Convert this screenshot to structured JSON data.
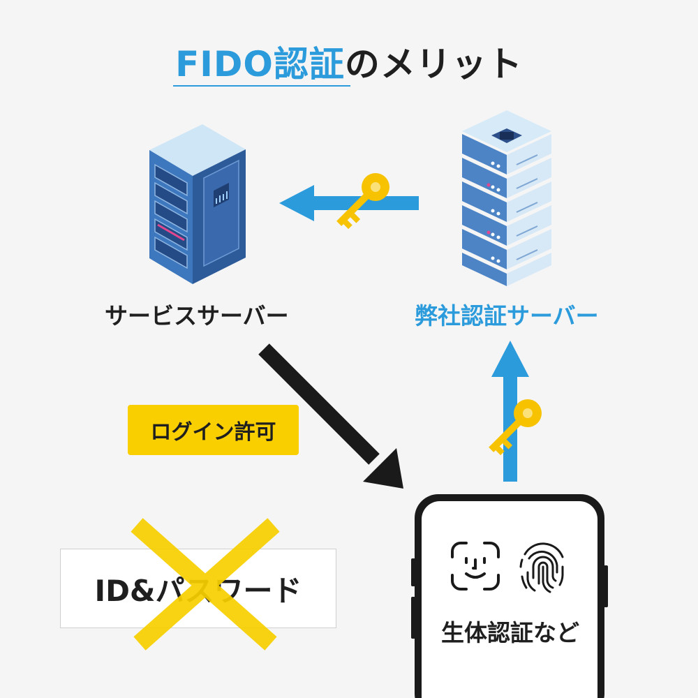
{
  "title": {
    "main": "FIDO認証",
    "suffix": "のメリット"
  },
  "labels": {
    "service_server": "サービスサーバー",
    "auth_server": "弊社認証サーバー",
    "login_permission": "ログイン許可",
    "id_password": "ID&パスワード",
    "biometric": "生体認証など"
  },
  "colors": {
    "accent_blue": "#2b9bdc",
    "key_yellow": "#f9cf00",
    "arrow_black": "#1a1a1a",
    "cross_yellow": "#f7d000"
  },
  "icons": [
    "server-rack-icon",
    "stacked-server-icon",
    "key-icon",
    "face-id-icon",
    "fingerprint-icon",
    "smartphone-icon"
  ]
}
